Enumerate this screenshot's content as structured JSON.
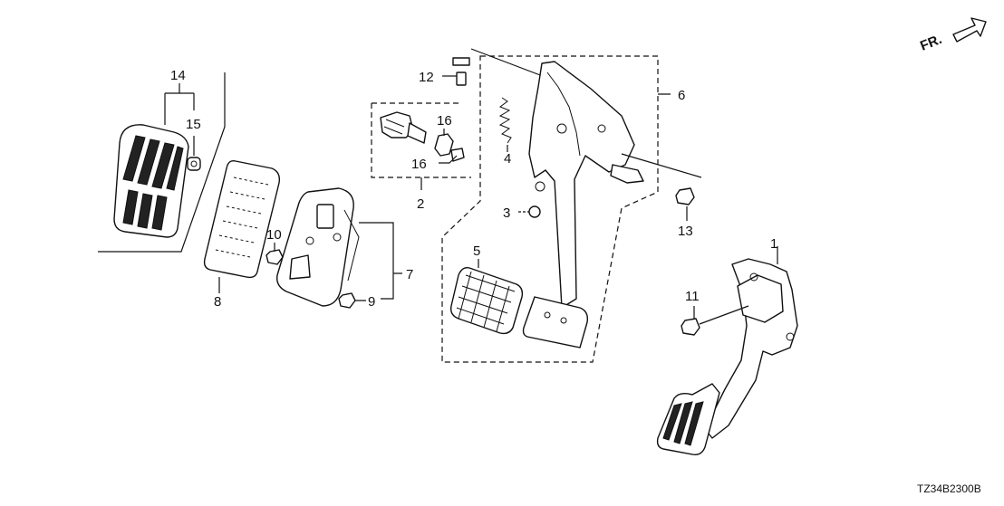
{
  "diagram": {
    "callouts": [
      "1",
      "2",
      "3",
      "4",
      "5",
      "6",
      "7",
      "8",
      "9",
      "10",
      "11",
      "12",
      "13",
      "14",
      "15",
      "16",
      "16"
    ],
    "direction_label": "FR.",
    "diagram_code": "TZ34B2300B"
  }
}
